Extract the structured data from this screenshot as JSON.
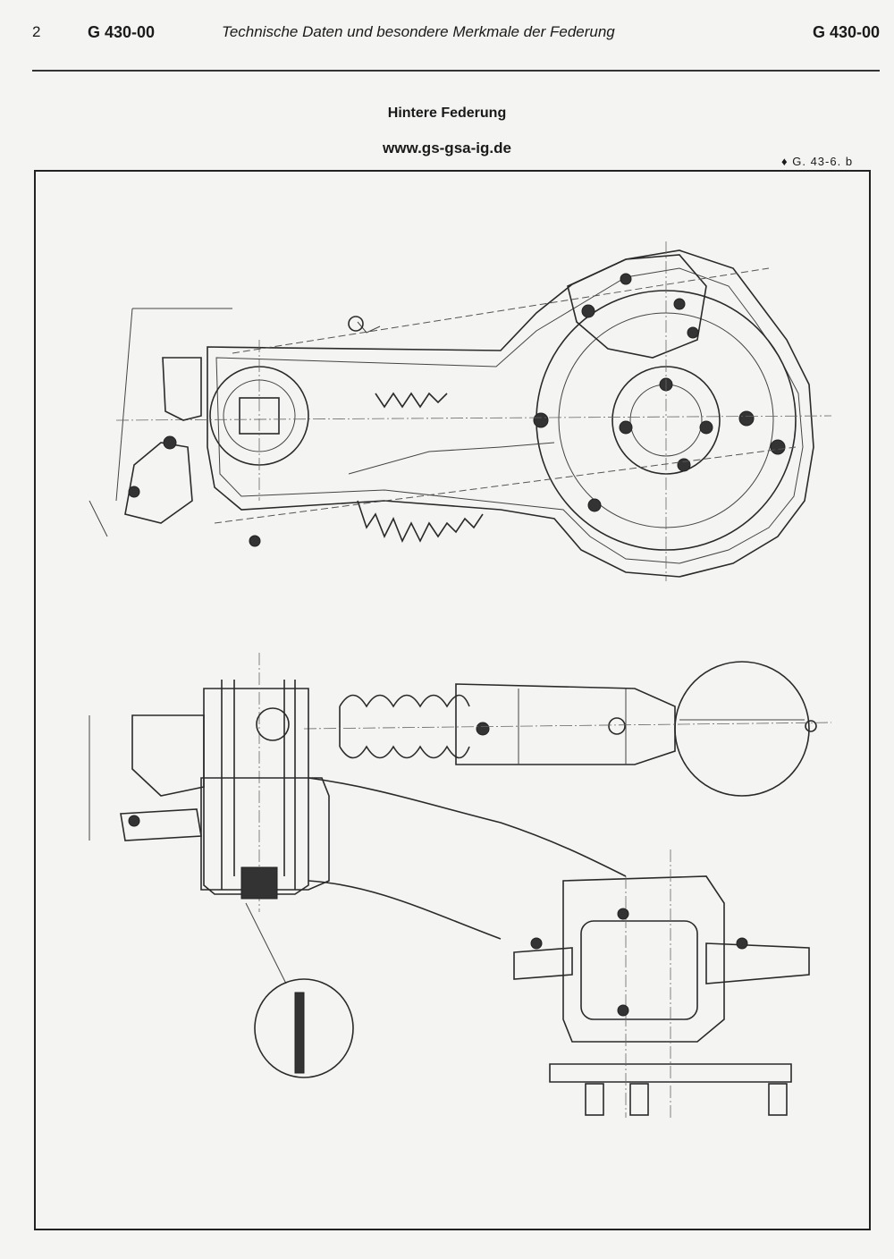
{
  "header": {
    "page_number": "2",
    "code_left": "G 430-00",
    "title": "Technische Daten und besondere Merkmale der Federung",
    "code_right": "G 430-00"
  },
  "section_title": "Hintere Federung",
  "website": "www.gs-gsa-ig.de",
  "figure_ref": "♦ G. 43-6. b",
  "figures": [
    "rear-suspension-arm-top-view-drawing",
    "rear-suspension-cylinder-sphere-section-drawing"
  ]
}
